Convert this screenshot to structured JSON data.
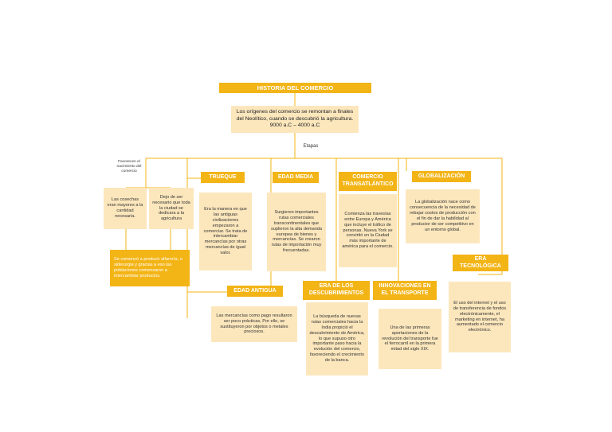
{
  "title": "HISTORIA DEL COMERCIO",
  "intro": "Los orígenes del comercio se remontan a finales del Neolítico, cuando se descubrió la agricultura. 9000 a.C – 4000 a.C",
  "etapas_label": "Etapas",
  "favorecen_label": "Favorecen el nacimiento del comercio",
  "origins": {
    "cosechas": "Las cosechas eran mayores a la cantidad necesaria.",
    "dejo": "Dejo de ser necesario que toda la ciudad se dedicara a la agricultura",
    "conclusion": "Se comenzó a producir alfarería, o siderurgia y gracias a eso las poblaciones comenzaron a intercambiar productos."
  },
  "stages": {
    "trueque": {
      "title": "TRUEQUE",
      "text": "Era la manera en que las antiguas civilizaciones empezaron a comerciar. Se trata de intercambiar mercancías por otras mercancías de igual valor."
    },
    "edad_antigua": {
      "title": "EDAD ANTIGUA",
      "text": "Las mercancías como pago resultaron ser poco prácticas, Por ello, se sustituyeron por objetos o metales preciosos."
    },
    "edad_media": {
      "title": "EDAD MEDIA",
      "text": "Surgieron importantes rutas comerciales transcontinentales que suplieron la alta demanda europea de bienes y mercancías. Se crearon rutas de importación muy frecuentadas."
    },
    "descubrimientos": {
      "title": "ERA DE LOS DESCUBRIMIENTOS",
      "text": "La búsqueda de nuevas rutas comerciales hacia la India propició el descubrimiento de América, lo que supuso otro importante paso hacia la evolución del comercio, favoreciendo el crecimiento de la banca."
    },
    "transatlantico": {
      "title": "COMERCIO TRANSATLÁNTICO",
      "text": "Comienza las travesías entre Europa y América que incluye el tráfico de personas. Nueva York se convirtió en la Ciudad más importante de américa para el comercio."
    },
    "transporte": {
      "title": "INNOVACIONES EN EL TRANSPORTE",
      "text": "Una de las primeras aportaciones de la revolución del transporte fue el ferrocarril en la primera mitad del siglo XIX."
    },
    "globalizacion": {
      "title": "GLOBALIZACIÓN",
      "text": "La globalización nace como consecuencia de la necesidad de rebajar costos de producción con el fin de dar la habilidad al productor de ser competitivo en un entorno global."
    },
    "tecnologica": {
      "title": "ERA TECNOLÓGICA",
      "text": "El uso del internet y el uso de transferencia de fondos electrónicamente, el marketing en internet, ha aumentado el comercio electrónico."
    }
  },
  "colors": {
    "accent": "#f3b416",
    "light": "#fce7bd",
    "line": "#f3b416"
  }
}
